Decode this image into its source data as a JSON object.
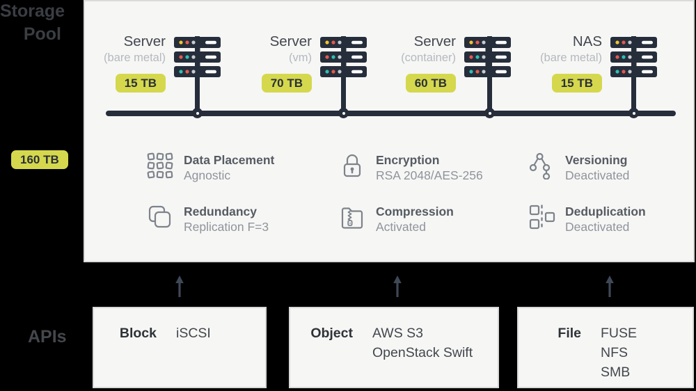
{
  "storage_pool": {
    "line1": "Storage",
    "line2": "Pool",
    "capacity": "160 TB"
  },
  "apis": {
    "label": "APIs"
  },
  "nodes": [
    {
      "name": "Server",
      "type": "(bare metal)",
      "capacity": "15 TB"
    },
    {
      "name": "Server",
      "type": "(vm)",
      "capacity": "70 TB"
    },
    {
      "name": "Server",
      "type": "(container)",
      "capacity": "60 TB"
    },
    {
      "name": "NAS",
      "type": "(bare metal)",
      "capacity": "15 TB"
    }
  ],
  "features": [
    {
      "icon": "grid-icon",
      "title": "Data Placement",
      "value": "Agnostic"
    },
    {
      "icon": "lock-icon",
      "title": "Encryption",
      "value": "RSA 2048/AES-256"
    },
    {
      "icon": "branch-icon",
      "title": "Versioning",
      "value": "Deactivated"
    },
    {
      "icon": "copies-icon",
      "title": "Redundancy",
      "value": "Replication F=3"
    },
    {
      "icon": "zip-folder-icon",
      "title": "Compression",
      "value": "Activated"
    },
    {
      "icon": "dedup-icon",
      "title": "Deduplication",
      "value": "Deactivated"
    }
  ],
  "api_boxes": [
    {
      "label": "Block",
      "protocols": [
        "iSCSI"
      ]
    },
    {
      "label": "Object",
      "protocols": [
        "AWS S3",
        "OpenStack Swift"
      ]
    },
    {
      "label": "File",
      "protocols": [
        "FUSE",
        "NFS",
        "SMB"
      ]
    }
  ],
  "colors": {
    "accent_badge": "#d5d84d",
    "rack_dark": "#262d3b",
    "icon_gray": "#7d838b",
    "panel_bg": "#f6f6f5"
  }
}
